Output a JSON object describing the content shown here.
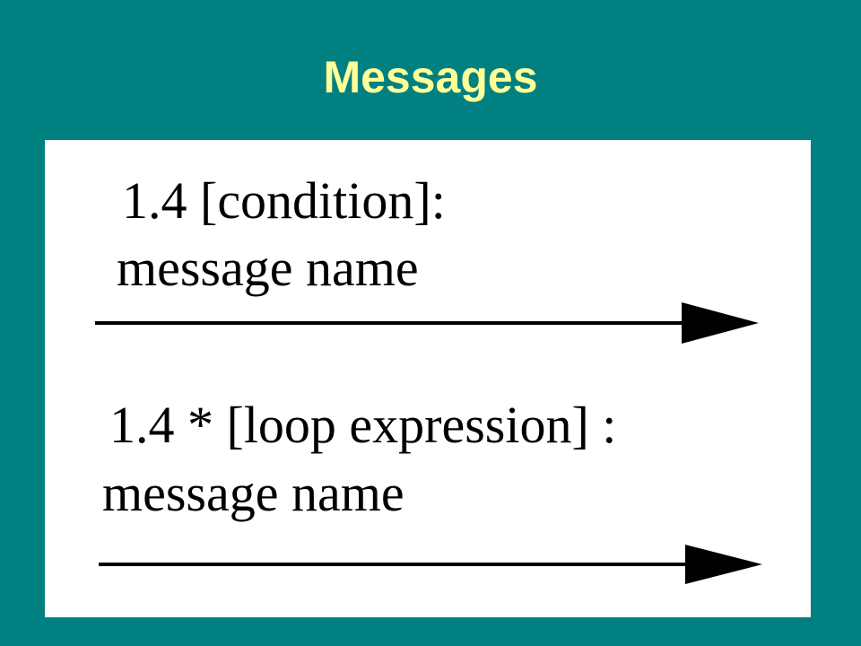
{
  "slide": {
    "title": "Messages",
    "background_color": "#008080",
    "title_color": "#FFFF99"
  },
  "diagram": {
    "background_color": "#FFFFFF",
    "messages": [
      {
        "label_line1": "1.4 [condition]:",
        "label_line2": "message name",
        "arrow_icon": "solid-arrow-right-icon"
      },
      {
        "label_line1": "1.4 * [loop expression] :",
        "label_line2": "message name",
        "arrow_icon": "solid-arrow-right-icon"
      }
    ]
  }
}
